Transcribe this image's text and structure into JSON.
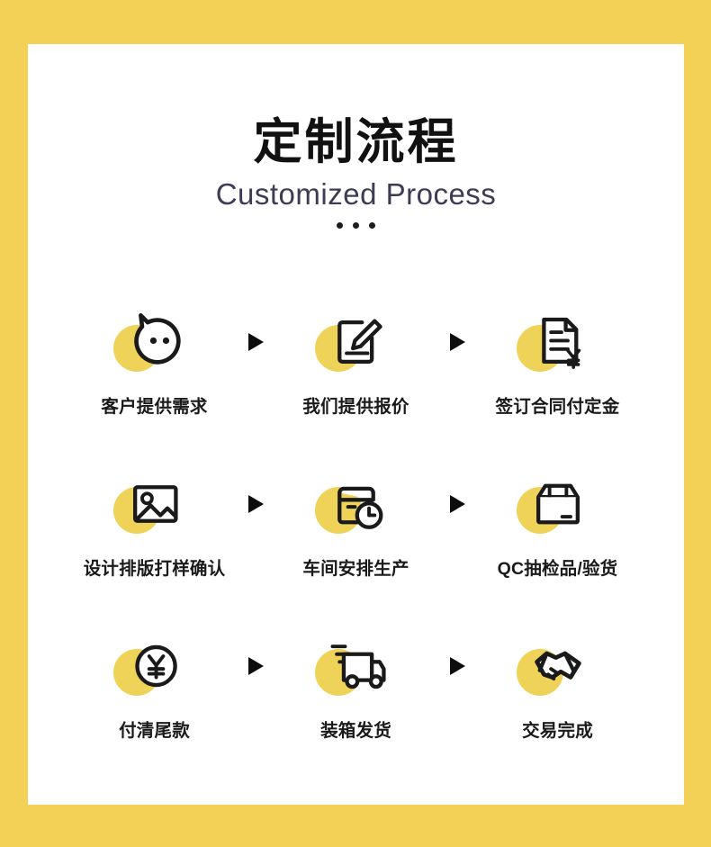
{
  "theme": {
    "border_color": "#F2D156",
    "panel_color": "#FFFFFF",
    "accent_yellow": "#EFD358",
    "title_color": "#111111",
    "subtitle_color": "#3D3C54",
    "label_color": "#1A1A1A"
  },
  "header": {
    "title": "定制流程",
    "subtitle": "Customized Process",
    "separator_dots": 3
  },
  "arrow_symbol": "▶",
  "rows": [
    {
      "steps": [
        {
          "label": "客户提供需求",
          "icon": "chat-face-icon"
        },
        {
          "label": "我们提供报价",
          "icon": "document-pencil-icon"
        },
        {
          "label": "签订合同付定金",
          "icon": "contract-yen-icon"
        }
      ]
    },
    {
      "steps": [
        {
          "label": "设计排版打样确认",
          "icon": "image-picture-icon"
        },
        {
          "label": "车间安排生产",
          "icon": "box-clock-icon"
        },
        {
          "label": "QC抽检品/验货",
          "icon": "open-carton-icon"
        }
      ]
    },
    {
      "steps": [
        {
          "label": "付清尾款",
          "icon": "yen-coin-icon"
        },
        {
          "label": "装箱发货",
          "icon": "delivery-truck-icon"
        },
        {
          "label": "交易完成",
          "icon": "handshake-icon"
        }
      ]
    }
  ]
}
